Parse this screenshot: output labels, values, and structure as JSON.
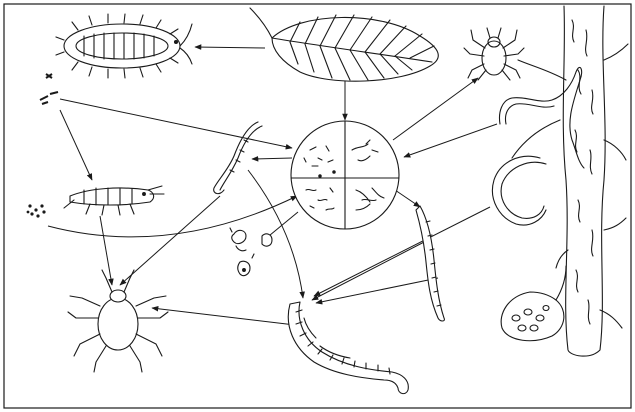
{
  "diagram": {
    "type": "soil food web illustration",
    "ink_color": "#1a1a1a",
    "paper_color": "#ffffff",
    "nodes": [
      {
        "id": "woodlouse",
        "icon": "woodlouse-icon"
      },
      {
        "id": "leaf",
        "icon": "leaf-icon"
      },
      {
        "id": "mite-top",
        "icon": "mite-icon"
      },
      {
        "id": "root",
        "icon": "root-icon"
      },
      {
        "id": "springtails-small",
        "icon": "springtail-group-icon"
      },
      {
        "id": "springtail",
        "icon": "springtail-icon"
      },
      {
        "id": "eggs",
        "icon": "egg-cluster-icon"
      },
      {
        "id": "nematode-left",
        "icon": "nematode-icon"
      },
      {
        "id": "microbes",
        "icon": "microbe-circle-icon"
      },
      {
        "id": "nematode-root",
        "icon": "nematode-icon"
      },
      {
        "id": "protozoa",
        "icon": "protozoa-icon"
      },
      {
        "id": "nematode-right",
        "icon": "nematode-icon"
      },
      {
        "id": "mite-bottom",
        "icon": "predatory-mite-icon"
      },
      {
        "id": "earthworm",
        "icon": "earthworm-icon"
      },
      {
        "id": "cyst",
        "icon": "cyst-icon"
      }
    ],
    "edges": [
      {
        "from": "leaf",
        "to": "woodlouse"
      },
      {
        "from": "leaf",
        "to": "microbes"
      },
      {
        "from": "microbes",
        "to": "mite-top"
      },
      {
        "from": "root",
        "to": "microbes"
      },
      {
        "from": "springtails-small",
        "to": "microbes"
      },
      {
        "from": "springtails-small",
        "to": "springtail"
      },
      {
        "from": "microbes",
        "to": "nematode-left"
      },
      {
        "from": "eggs",
        "to": "microbes"
      },
      {
        "from": "springtail",
        "to": "mite-bottom"
      },
      {
        "from": "nematode-left",
        "to": "mite-bottom"
      },
      {
        "from": "microbes",
        "to": "protozoa"
      },
      {
        "from": "nematode-left",
        "to": "earthworm"
      },
      {
        "from": "microbes",
        "to": "nematode-right"
      },
      {
        "from": "nematode-right",
        "to": "earthworm"
      },
      {
        "from": "nematode-root",
        "to": "earthworm"
      },
      {
        "from": "protozoa",
        "to": "earthworm"
      },
      {
        "from": "earthworm",
        "to": "mite-bottom"
      }
    ]
  }
}
